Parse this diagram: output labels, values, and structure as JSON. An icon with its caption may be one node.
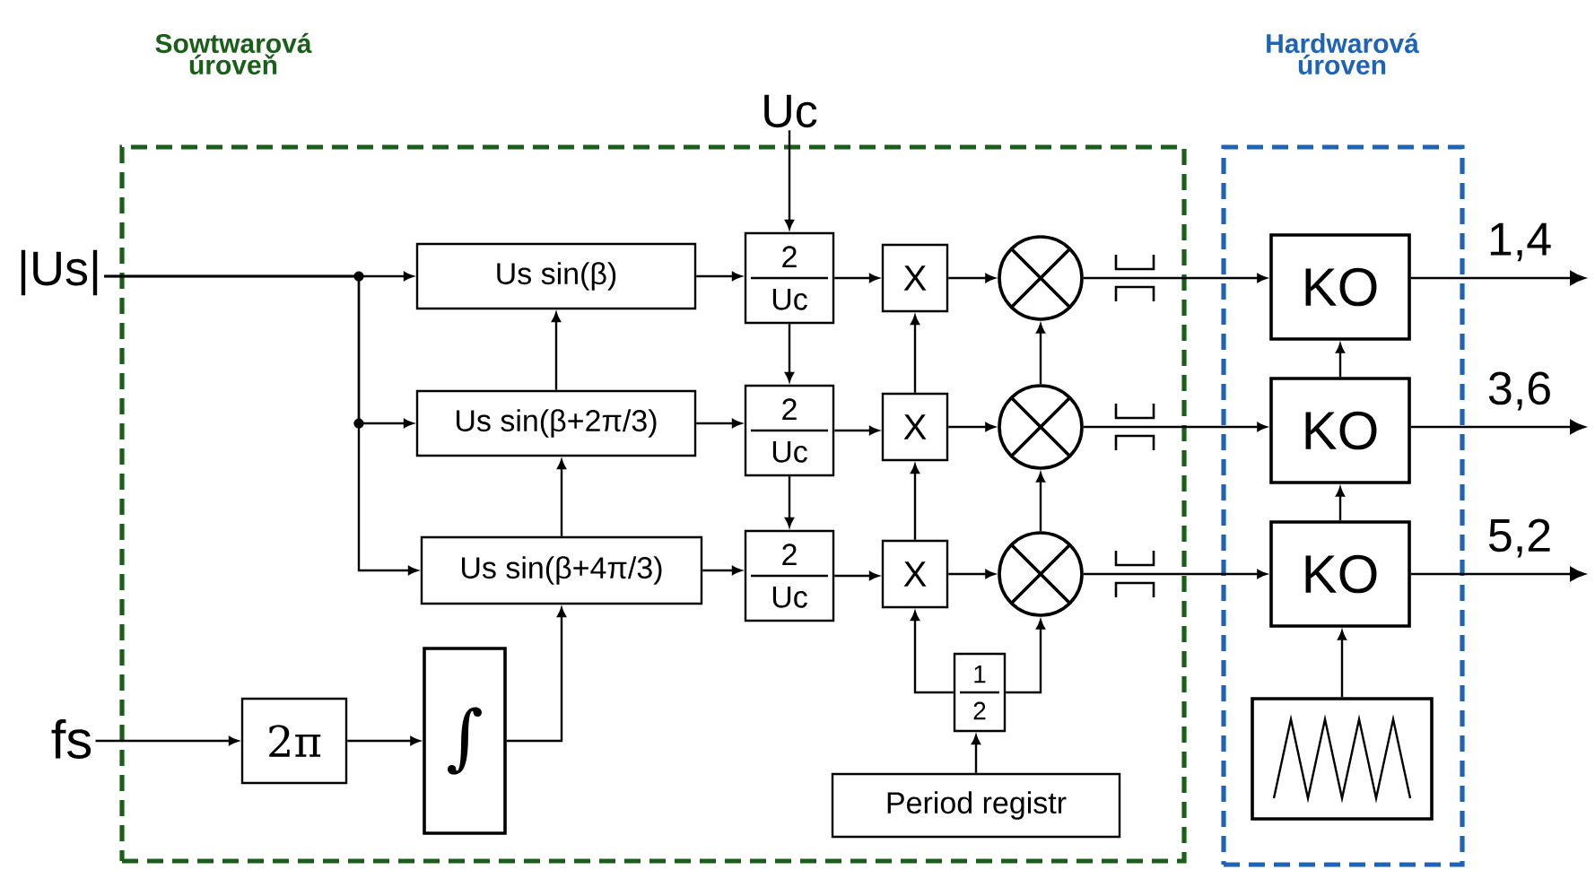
{
  "diagram": {
    "nodes": [
      {
        "text": [
          "Sowtwarová úroveň"
        ]
      },
      {
        "text": [
          "Hardwarová úroven"
        ]
      },
      {
        "text": [
          "|Us|"
        ]
      },
      {
        "text": [
          "Uc"
        ]
      },
      {
        "text": [
          "fs"
        ]
      },
      {
        "text": [
          "Us sin(β)"
        ],
        "in": 0
      },
      {
        "text": [
          "Us sin(β+2π/3)"
        ],
        "in": 0
      },
      {
        "text": [
          "Us sin(β+4π/3)"
        ],
        "in": 0
      },
      {
        "text": [
          "2π"
        ],
        "in": 0
      },
      {
        "text": [
          "∫"
        ],
        "in": 0
      },
      {
        "text": [
          "2",
          "Uc"
        ],
        "in": 0
      },
      {
        "text": [
          "2",
          "Uc"
        ],
        "in": 0
      },
      {
        "text": [
          "2",
          "Uc"
        ],
        "in": 0
      },
      {
        "text": [
          "X"
        ],
        "in": 0
      },
      {
        "text": [
          "X"
        ],
        "in": 0
      },
      {
        "text": [
          "X"
        ],
        "in": 0
      },
      {
        "text": [],
        "shape": "circle",
        "in": 0
      },
      {
        "text": [],
        "shape": "circle",
        "in": 0
      },
      {
        "text": [],
        "shape": "circle",
        "in": 0
      },
      {
        "text": [
          "1",
          "2"
        ],
        "in": 0
      },
      {
        "text": [
          "Period registr"
        ],
        "in": 0
      },
      {
        "text": [
          "KO"
        ],
        "in": 1
      },
      {
        "text": [
          "KO"
        ],
        "in": 1
      },
      {
        "text": [
          "KO"
        ],
        "in": 1
      },
      {
        "text": [],
        "shape": "box",
        "in": 1
      }
    ],
    "edges": [
      {
        "from": 2,
        "to": 5,
        "arrow": "to"
      },
      {
        "from": 2,
        "to": 6,
        "arrow": "to"
      },
      {
        "from": 2,
        "to": 7,
        "arrow": "to"
      },
      {
        "from": 4,
        "to": 8,
        "arrow": "to"
      },
      {
        "from": 8,
        "to": 9,
        "arrow": "to"
      },
      {
        "from": 9,
        "to": 7,
        "arrow": "to"
      },
      {
        "from": 7,
        "to": 6,
        "arrow": "to"
      },
      {
        "from": 6,
        "to": 5,
        "arrow": "to"
      },
      {
        "from": 3,
        "to": 10,
        "arrow": "to"
      },
      {
        "from": 10,
        "to": 11,
        "arrow": "to"
      },
      {
        "from": 11,
        "to": 12,
        "arrow": "to"
      },
      {
        "from": 5,
        "to": 10,
        "arrow": "to"
      },
      {
        "from": 6,
        "to": 11,
        "arrow": "to"
      },
      {
        "from": 7,
        "to": 12,
        "arrow": "to"
      },
      {
        "from": 10,
        "to": 13,
        "arrow": "to"
      },
      {
        "from": 11,
        "to": 14,
        "arrow": "to"
      },
      {
        "from": 12,
        "to": 15,
        "arrow": "to"
      },
      {
        "from": 13,
        "to": 16,
        "arrow": "to"
      },
      {
        "from": 14,
        "to": 17,
        "arrow": "to"
      },
      {
        "from": 15,
        "to": 18,
        "arrow": "to"
      },
      {
        "from": 15,
        "to": 14,
        "arrow": "to"
      },
      {
        "from": 14,
        "to": 13,
        "arrow": "to"
      },
      {
        "from": 18,
        "to": 17,
        "arrow": "to"
      },
      {
        "from": 17,
        "to": 16,
        "arrow": "to"
      },
      {
        "from": 20,
        "to": 19,
        "arrow": "to"
      },
      {
        "from": 19,
        "to": 15,
        "arrow": "to"
      },
      {
        "from": 19,
        "to": 18,
        "arrow": "to"
      },
      {
        "from": 16,
        "to": 21,
        "arrow": "to"
      },
      {
        "from": 17,
        "to": 22,
        "arrow": "to"
      },
      {
        "from": 18,
        "to": 23,
        "arrow": "to"
      },
      {
        "from": 23,
        "to": 22,
        "arrow": "to"
      },
      {
        "from": 22,
        "to": 21,
        "arrow": "to"
      },
      {
        "from": 24,
        "to": 23,
        "arrow": "to"
      },
      {
        "from": 21,
        "to": null,
        "arrow": "to",
        "label": "1,4"
      },
      {
        "from": 22,
        "to": null,
        "arrow": "to",
        "label": "3,6"
      },
      {
        "from": 23,
        "to": null,
        "arrow": "to",
        "label": "5,2"
      }
    ]
  }
}
